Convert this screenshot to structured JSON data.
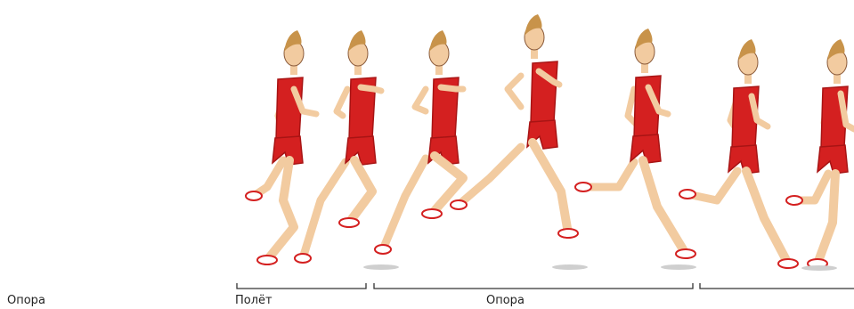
{
  "phases": {
    "left_label": "Опора",
    "flight_label": "Полёт",
    "support_label": "Опора"
  },
  "colors": {
    "shirt": "#d42020",
    "shirt_shade": "#a81414",
    "skin": "#f2cba0",
    "skin_line": "#8a5a3a",
    "hair": "#c8934a",
    "shoe": "#ffffff",
    "shoe_accent": "#d42020",
    "bracket": "#333333"
  },
  "illustration": {
    "subject": "runner-stride-sequence",
    "frame_count": 7
  }
}
